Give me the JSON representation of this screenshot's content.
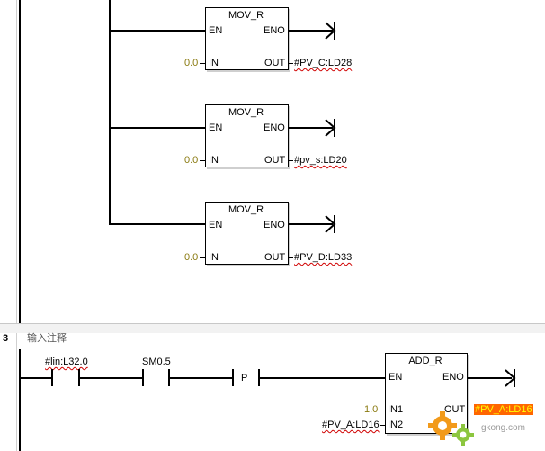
{
  "network2": {
    "blocks": [
      {
        "title": "MOV_R",
        "en": "EN",
        "eno": "ENO",
        "in_pin": "IN",
        "out_pin": "OUT",
        "in_value": "0.0",
        "out_value": "#PV_C:LD28"
      },
      {
        "title": "MOV_R",
        "en": "EN",
        "eno": "ENO",
        "in_pin": "IN",
        "out_pin": "OUT",
        "in_value": "0.0",
        "out_value": "#pv_s:LD20"
      },
      {
        "title": "MOV_R",
        "en": "EN",
        "eno": "ENO",
        "in_pin": "IN",
        "out_pin": "OUT",
        "in_value": "0.0",
        "out_value": "#PV_D:LD33"
      }
    ]
  },
  "network3": {
    "number": "3",
    "comment": "输入注释",
    "contact1": "#lin:L32.0",
    "contact2": "SM0.5",
    "p_label": "P",
    "add_block": {
      "title": "ADD_R",
      "en": "EN",
      "eno": "ENO",
      "in1_pin": "IN1",
      "in2_pin": "IN2",
      "out_pin": "OUT",
      "in1_value": "1.0",
      "in2_value": "#PV_A:LD16",
      "out_value": "#PV_A:LD16"
    }
  },
  "watermark": {
    "text": "gkong.com"
  }
}
